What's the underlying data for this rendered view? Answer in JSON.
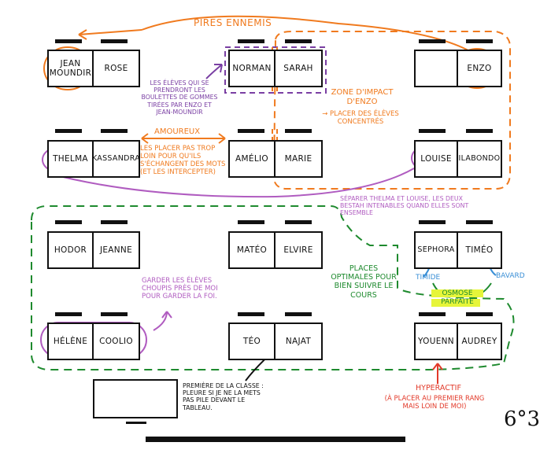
{
  "title": "PIRES ENNEMIS",
  "class_label": "6°3",
  "desks": [
    {
      "left": "JEAN MOUNDIR",
      "right": "ROSE"
    },
    {
      "left": "NORMAN",
      "right": "SARAH"
    },
    {
      "left": "",
      "right": "ENZO"
    },
    {
      "left": "THELMA",
      "right": "KASSANDRA"
    },
    {
      "left": "AMÉLIO",
      "right": "MARIE"
    },
    {
      "left": "LOUISE",
      "right": "ILABONDO"
    },
    {
      "left": "HODOR",
      "right": "JEANNE"
    },
    {
      "left": "MATÉO",
      "right": "ELVIRE"
    },
    {
      "left": "SEPHORA",
      "right": "TIMÉO"
    },
    {
      "left": "HÉLÈNE",
      "right": "COOLIO"
    },
    {
      "left": "TÉO",
      "right": "NAJAT"
    },
    {
      "left": "YOUENN",
      "right": "AUDREY"
    }
  ],
  "notes": {
    "boulettes": "LES ÉLÈVES QUI SE PRENDRONT LES BOULETTES DE GOMMES TIRÉES PAR ENZO ET JEAN-MOUNDIR",
    "amoureux_title": "AMOUREUX",
    "amoureux_text": "LES PLACER PAS TROP LOIN POUR QU'ILS S'ÉCHANGENT DES MOTS (ET LES INTERCEPTER)",
    "zone_impact": "ZONE D'IMPACT D'ENZO",
    "zone_impact_sub": "→ PLACER DES ÉLÈVES CONCENTRÉS",
    "separer": "SÉPARER THELMA ET LOUISE, LES DEUX BESTAH INTENABLES QUAND ELLES SONT ENSEMBLE",
    "places_optimales": "PLACES OPTIMALES POUR BIEN SUIVRE LE COURS",
    "timide": "TIMIDE",
    "bavard": "BAVARD",
    "osmose": "OSMOSE PARFAITE",
    "garder": "GARDER LES ÉLÈVES CHOUPIS PRÈS DE MOI POUR GARDER LA FOI.",
    "premiere": "PREMIÈRE DE LA CLASSE : PLEURE SI JE NE LA METS PAS PILE DEVANT LE TABLEAU.",
    "hyperactif": "HYPERACTIF",
    "hyperactif_sub": "(À PLACER AU PREMIER RANG MAIS LOIN DE MOI)"
  },
  "colors": {
    "purple": "#7a3fa3",
    "orange": "#f07a1e",
    "green": "#1e8a2e",
    "blue": "#3a8fd6",
    "red": "#e23a2a",
    "highlight": "#e6f53a"
  }
}
